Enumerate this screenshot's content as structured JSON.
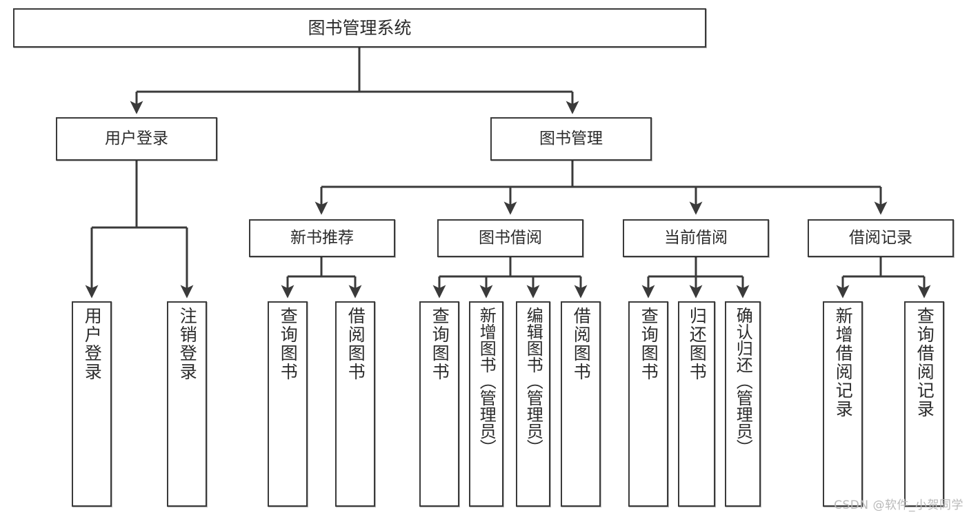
{
  "diagram": {
    "title": "图书管理系统",
    "type": "function-structure-tree",
    "root": {
      "label": "图书管理系统"
    },
    "level1": [
      {
        "label": "用户登录"
      },
      {
        "label": "图书管理"
      }
    ],
    "level2": [
      {
        "label": "新书推荐"
      },
      {
        "label": "图书借阅"
      },
      {
        "label": "当前借阅"
      },
      {
        "label": "借阅记录"
      }
    ],
    "leaves": [
      {
        "label": "用户登录"
      },
      {
        "label": "注销登录"
      },
      {
        "label": "查询图书"
      },
      {
        "label": "借阅图书"
      },
      {
        "label": "查询图书"
      },
      {
        "label": "新增图书（管理员）"
      },
      {
        "label": "编辑图书（管理员）"
      },
      {
        "label": "借阅图书"
      },
      {
        "label": "查询图书"
      },
      {
        "label": "归还图书"
      },
      {
        "label": "确认归还（管理员）"
      },
      {
        "label": "新增借阅记录"
      },
      {
        "label": "查询借阅记录"
      }
    ],
    "colors": {
      "stroke": "#3a3a3a",
      "text": "#2b2b2b",
      "background": "#ffffff",
      "watermark": "#b9b9b9"
    }
  },
  "watermark": {
    "text": "CSDN @软件_小贺同学"
  }
}
